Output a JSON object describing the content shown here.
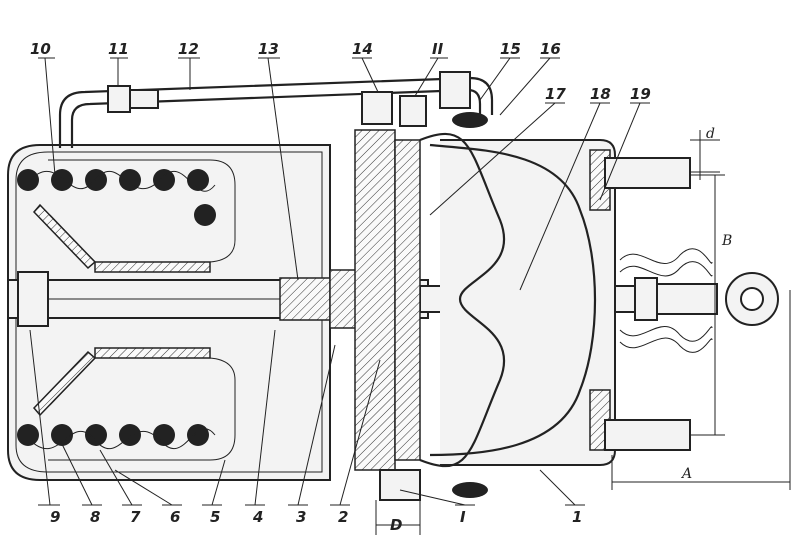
{
  "diagram": {
    "callouts": [
      {
        "id": "10",
        "text": "10"
      },
      {
        "id": "11",
        "text": "11"
      },
      {
        "id": "12",
        "text": "12"
      },
      {
        "id": "13",
        "text": "13"
      },
      {
        "id": "14",
        "text": "14"
      },
      {
        "id": "II",
        "text": "II"
      },
      {
        "id": "15",
        "text": "15"
      },
      {
        "id": "16",
        "text": "16"
      },
      {
        "id": "17",
        "text": "17"
      },
      {
        "id": "18",
        "text": "18"
      },
      {
        "id": "19",
        "text": "19"
      },
      {
        "id": "9",
        "text": "9"
      },
      {
        "id": "8",
        "text": "8"
      },
      {
        "id": "7",
        "text": "7"
      },
      {
        "id": "6",
        "text": "6"
      },
      {
        "id": "5",
        "text": "5"
      },
      {
        "id": "4",
        "text": "4"
      },
      {
        "id": "3",
        "text": "3"
      },
      {
        "id": "2",
        "text": "2"
      },
      {
        "id": "D",
        "text": "D"
      },
      {
        "id": "I",
        "text": "I"
      },
      {
        "id": "1",
        "text": "1"
      }
    ],
    "dimensions": [
      {
        "id": "d",
        "text": "d"
      },
      {
        "id": "B",
        "text": "B"
      },
      {
        "id": "A",
        "text": "A"
      }
    ],
    "colors": {
      "ink": "#222222",
      "paper": "#ffffff",
      "fill": "#f3f3f3"
    }
  }
}
